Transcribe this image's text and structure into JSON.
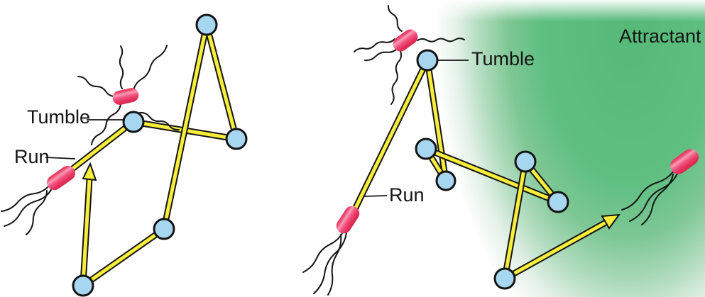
{
  "left_panel": {
    "labels": {
      "tumble": "Tumble",
      "run": "Run"
    }
  },
  "right_panel": {
    "labels": {
      "tumble": "Tumble",
      "run": "Run",
      "attractant": "Attractant"
    }
  },
  "colors": {
    "attractant_gradient_green": "#57ba7b",
    "run_path_yellow": "#f7ee3c",
    "tumble_node_blue": "#a6d6f0",
    "bacterium_red": "#ee3a68",
    "bacterium_highlight_pink": "#f99db4",
    "outline_ink": "#141414",
    "background": "#ffffff"
  },
  "icons": {
    "tumble_node": "tumble-node-circle",
    "run_segment": "run-path-segment",
    "direction_arrow": "net-movement-arrow",
    "bacterium_running": "bacterium-running-icon",
    "bacterium_tumbling": "bacterium-tumbling-icon"
  }
}
